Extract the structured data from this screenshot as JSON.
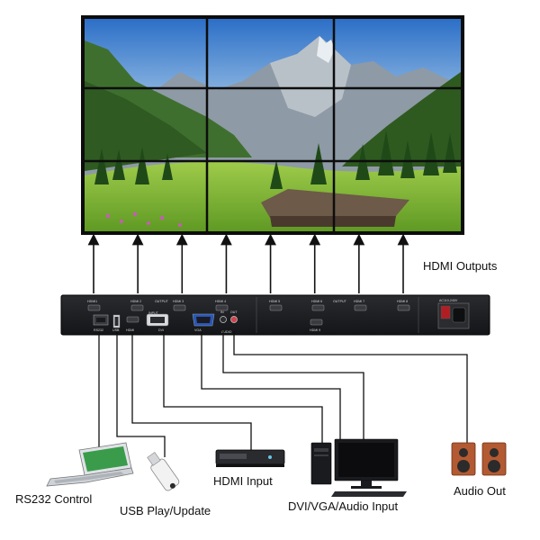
{
  "colors": {
    "bezel": "#0d0d0d",
    "device": "#1e1f22",
    "port": "#3a3b40",
    "cable": "#101010",
    "arrow": "#111111",
    "sky_top": "#2c6fc7",
    "sky_bottom": "#bcd9ee",
    "grass": "#78b435"
  },
  "icons": {
    "video_wall": "video-wall-landscape",
    "laptop": "laptop-icon",
    "usb_stick": "usb-stick-icon",
    "hdmi_player": "media-player-icon",
    "pc": "desktop-pc-icon",
    "speakers": "speaker-icon",
    "power_socket": "power-socket-icon"
  },
  "video_wall": {
    "rows": 3,
    "cols": 3
  },
  "output_arrow_count": 8,
  "labels": {
    "hdmi_outputs": "HDMI Outputs",
    "rs232_control": "RS232 Control",
    "usb_play_update": "USB Play/Update",
    "hdmi_input": "HDMI Input",
    "dvi_vga_audio_input": "DVI/VGA/Audio Input",
    "audio_out": "Audio Out"
  },
  "panel": {
    "top_ports": [
      "HDMI1",
      "HDMI 2",
      "HDMI 3",
      "HDMI 4",
      "HDMI 5",
      "HDMI 6",
      "HDMI 7",
      "HDMI 8"
    ],
    "output_label_left": "OUTPUT",
    "output_label_right": "OUTPUT",
    "input_label": "INPUT",
    "power_label": "AC110-240V",
    "bottom_ports": [
      "RS232",
      "USB",
      "HDMI",
      "DVI",
      "VGA"
    ],
    "audio_label": "AUDIO",
    "audio_in": "IN",
    "audio_out": "OUT",
    "hdmi9": "HDMI 9"
  }
}
